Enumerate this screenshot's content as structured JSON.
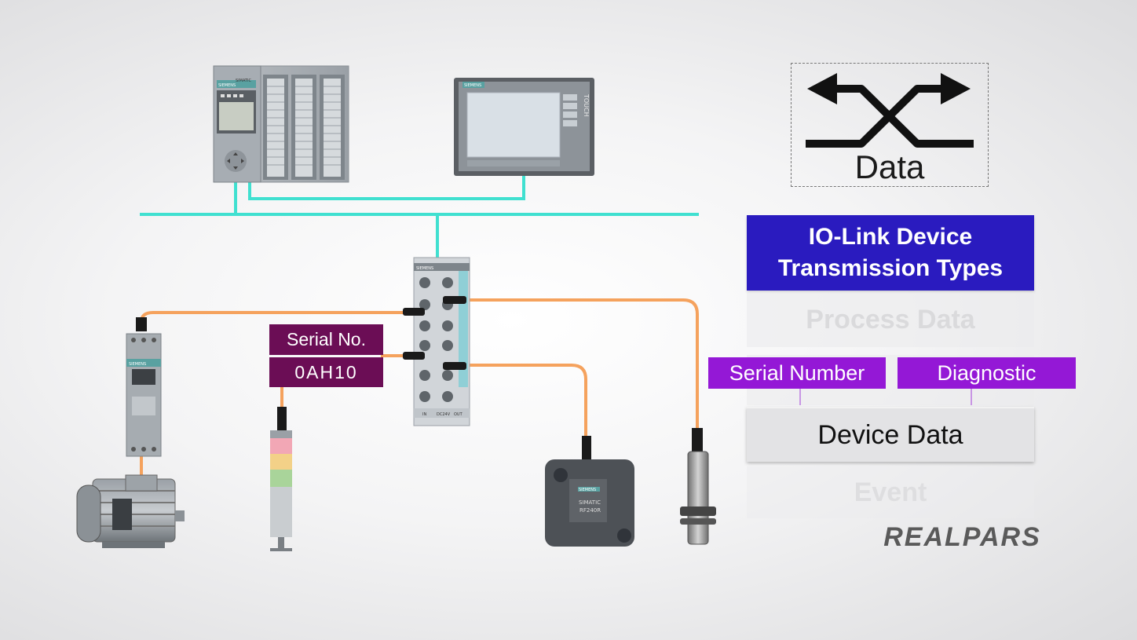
{
  "panel": {
    "icon_label": "Data",
    "title_line1": "IO-Link Device",
    "title_line2": "Transmission Types",
    "rows": {
      "process": "Process Data",
      "device": "Device Data",
      "event": "Event"
    },
    "tags": {
      "serial_number": "Serial Number",
      "diagnostic": "Diagnostic"
    }
  },
  "diagram": {
    "serial_label": "Serial No.",
    "serial_value": "0AH10",
    "brand_text": "SIEMENS",
    "plc_text": "SIMATIC",
    "hmi_side_text": "TOUCH",
    "reader_text": "SIMATIC",
    "reader_model": "RF240R",
    "io_bottom_in": "IN",
    "io_bottom_mid": "DC24V",
    "io_bottom_out": "OUT",
    "colors": {
      "network_cable": "#40e0d0",
      "io_cable": "#f5a25d",
      "title_bg": "#2a1bbf",
      "tag_bg": "#9418d6",
      "serial_bg": "#6b0d55"
    }
  },
  "branding": {
    "logo": "REALPARS"
  }
}
